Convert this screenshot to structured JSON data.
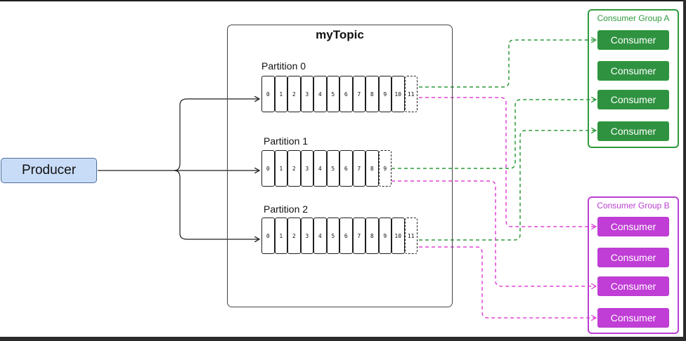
{
  "producer": {
    "label": "Producer"
  },
  "topic": {
    "title": "myTopic"
  },
  "partitions": [
    {
      "label": "Partition 0",
      "offsets": [
        "0",
        "1",
        "2",
        "3",
        "4",
        "5",
        "6",
        "7",
        "8",
        "9",
        "10"
      ],
      "next_offset": "11"
    },
    {
      "label": "Partition 1",
      "offsets": [
        "0",
        "1",
        "2",
        "3",
        "4",
        "5",
        "6",
        "7",
        "8"
      ],
      "next_offset": "9"
    },
    {
      "label": "Partition 2",
      "offsets": [
        "0",
        "1",
        "2",
        "3",
        "4",
        "5",
        "6",
        "7",
        "8",
        "9",
        "10"
      ],
      "next_offset": "11"
    }
  ],
  "groups": [
    {
      "title": "Consumer Group A",
      "color": "#2e9a3c",
      "fill": "#2f9240",
      "consumers": [
        "Consumer",
        "Consumer",
        "Consumer",
        "Consumer"
      ]
    },
    {
      "title": "Consumer Group B",
      "color": "#bb3fd1",
      "fill": "#c03dd6",
      "consumers": [
        "Consumer",
        "Consumer",
        "Consumer",
        "Consumer"
      ]
    }
  ],
  "colors": {
    "group_a_link": "#2e9a3c",
    "group_b_link": "#e044d6",
    "line": "#1e1e1e"
  }
}
